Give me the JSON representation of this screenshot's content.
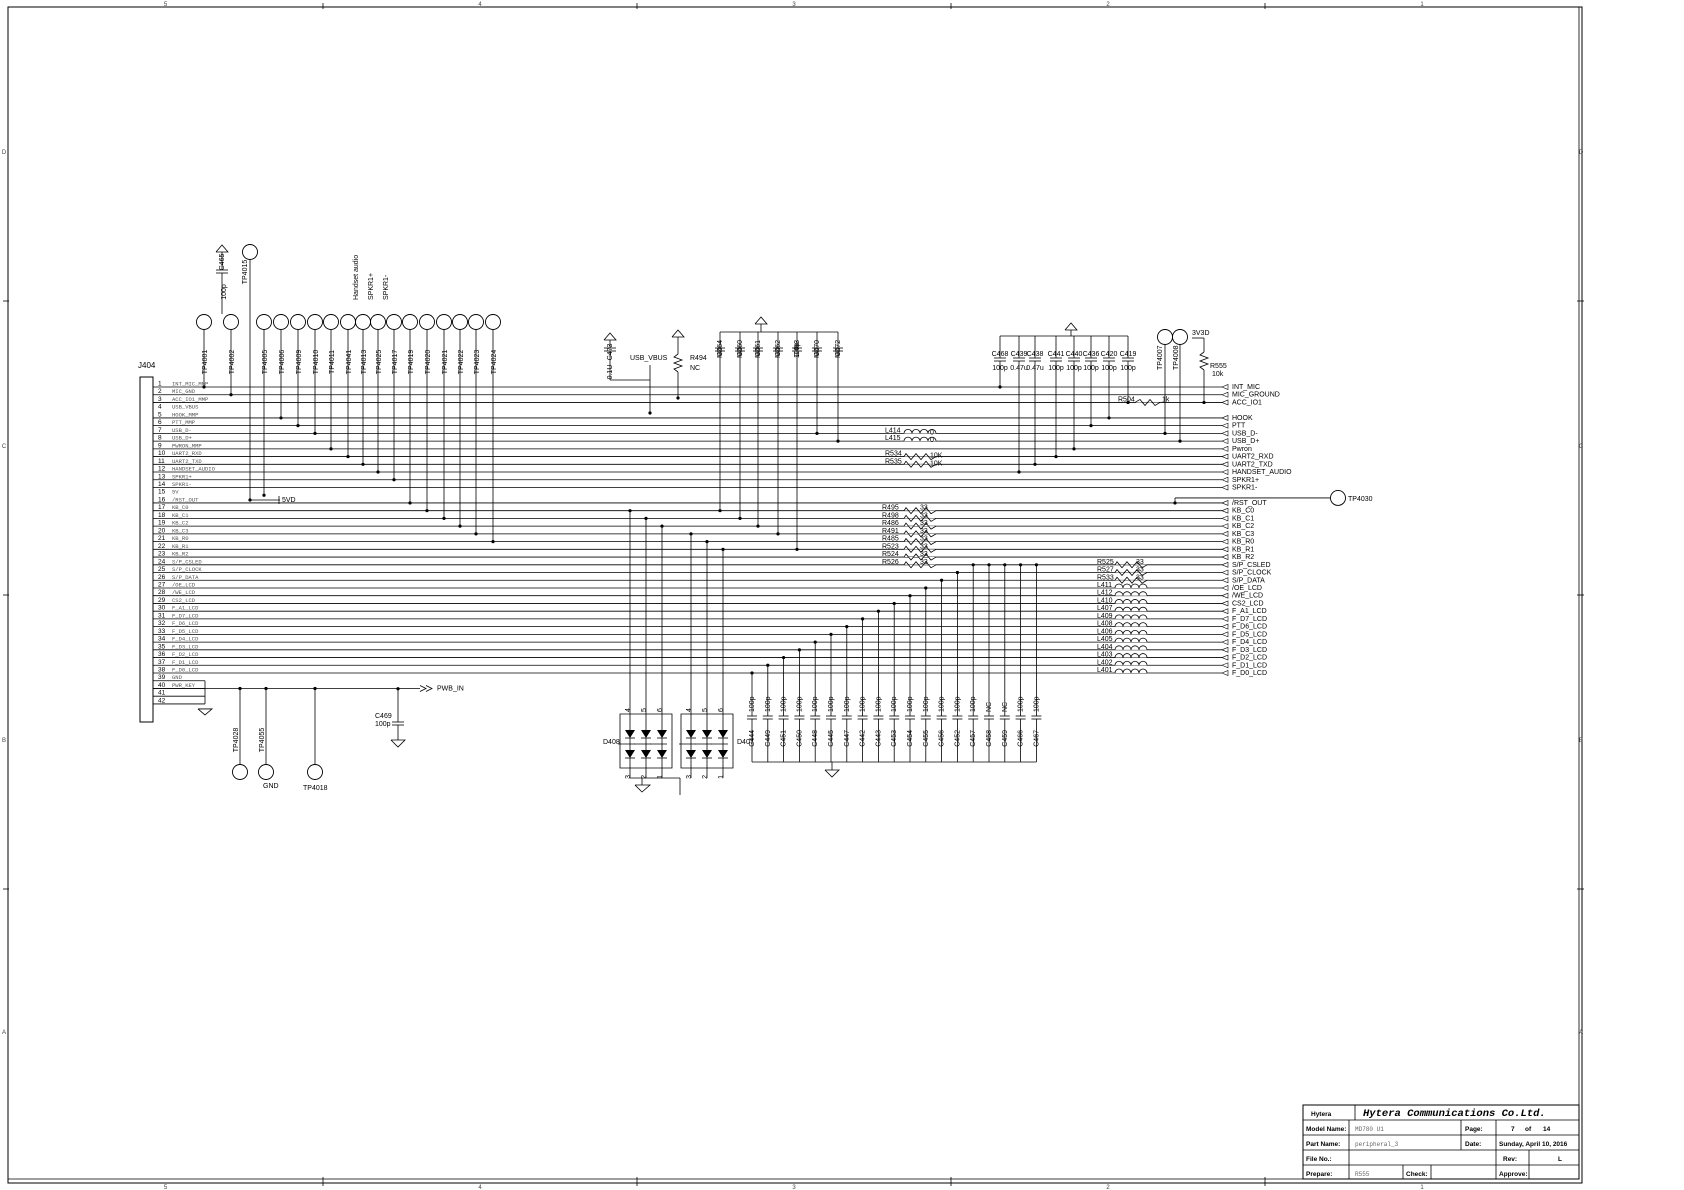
{
  "connector": {
    "ref": "J404",
    "pins": [
      {
        "n": "1",
        "name": "INT_MIC_MMP"
      },
      {
        "n": "2",
        "name": "MIC_GND"
      },
      {
        "n": "3",
        "name": "ACC_IO1_MMP"
      },
      {
        "n": "4",
        "name": "USB_VBUS"
      },
      {
        "n": "5",
        "name": "HOOK_MMP"
      },
      {
        "n": "6",
        "name": "PTT_MMP"
      },
      {
        "n": "7",
        "name": "USB_D-"
      },
      {
        "n": "8",
        "name": "USB_D+"
      },
      {
        "n": "9",
        "name": "PWRON_MMP"
      },
      {
        "n": "10",
        "name": "UART2_RXD"
      },
      {
        "n": "11",
        "name": "UART2_TXD"
      },
      {
        "n": "12",
        "name": "HANDSET_AUDIO"
      },
      {
        "n": "13",
        "name": "SPKR1+"
      },
      {
        "n": "14",
        "name": "SPKR1-"
      },
      {
        "n": "15",
        "name": "5V"
      },
      {
        "n": "16",
        "name": "/RST_OUT"
      },
      {
        "n": "17",
        "name": "KB_C0"
      },
      {
        "n": "18",
        "name": "KB_C1"
      },
      {
        "n": "19",
        "name": "KB_C2"
      },
      {
        "n": "20",
        "name": "KB_C3"
      },
      {
        "n": "21",
        "name": "KB_R0"
      },
      {
        "n": "22",
        "name": "KB_R1"
      },
      {
        "n": "23",
        "name": "KB_R2"
      },
      {
        "n": "24",
        "name": "S/P_CSLED"
      },
      {
        "n": "25",
        "name": "S/P_CLOCK"
      },
      {
        "n": "26",
        "name": "S/P_DATA"
      },
      {
        "n": "27",
        "name": "/OE_LCD"
      },
      {
        "n": "28",
        "name": "/WE_LCD"
      },
      {
        "n": "29",
        "name": "CS2_LCD"
      },
      {
        "n": "30",
        "name": "F_A1_LCD"
      },
      {
        "n": "31",
        "name": "F_D7_LCD"
      },
      {
        "n": "32",
        "name": "F_D6_LCD"
      },
      {
        "n": "33",
        "name": "F_D5_LCD"
      },
      {
        "n": "34",
        "name": "F_D4_LCD"
      },
      {
        "n": "35",
        "name": "F_D3_LCD"
      },
      {
        "n": "36",
        "name": "F_D2_LCD"
      },
      {
        "n": "37",
        "name": "F_D1_LCD"
      },
      {
        "n": "38",
        "name": "F_D0_LCD"
      },
      {
        "n": "39",
        "name": "GND"
      },
      {
        "n": "40",
        "name": "PWR_KEY"
      },
      {
        "n": "41",
        "name": ""
      },
      {
        "n": "42",
        "name": ""
      }
    ]
  },
  "nets_right": [
    "INT_MIC",
    "MIC_GROUND",
    "ACC_IO1",
    "",
    "HOOK",
    "PTT",
    "USB_D-",
    "USB_D+",
    "Pwron",
    "UART2_RXD",
    "UART2_TXD",
    "HANDSET_AUDIO",
    "SPKR1+",
    "SPKR1-",
    "",
    "/RST_OUT",
    "KB_C0",
    "KB_C1",
    "KB_C2",
    "KB_C3",
    "KB_R0",
    "KB_R1",
    "KB_R2",
    "S/P_CSLED",
    "S/P_CLOCK",
    "S/P_DATA",
    "/OE_LCD",
    "/WE_LCD",
    "CS2_LCD",
    "F_A1_LCD",
    "F_D7_LCD",
    "F_D6_LCD",
    "F_D5_LCD",
    "F_D4_LCD",
    "F_D3_LCD",
    "F_D2_LCD",
    "F_D1_LCD",
    "F_D0_LCD"
  ],
  "test_points_top": [
    "TP4001",
    "TP4002",
    "TP4005",
    "TP4006",
    "TP4009",
    "TP4010",
    "TP4011",
    "TP4041",
    "TP4013",
    "TP4025",
    "TP4017",
    "TP4019",
    "TP4020",
    "TP4021",
    "TP4022",
    "TP4023",
    "TP4024"
  ],
  "top_labels": {
    "handset": "Handset audio",
    "spkr_p": "SPKR1+",
    "spkr_n": "SPKR1-",
    "c465": "C465",
    "c465v": "100p",
    "tp4015": "TP4015"
  },
  "mid_caps": {
    "c473": "C473",
    "c473v": "0.1U",
    "usb_vbus": "USB_VBUS",
    "r494": "R494",
    "r494v": "NC",
    "caps": [
      {
        "r": "C464",
        "v": "NC"
      },
      {
        "r": "C460",
        "v": "NC"
      },
      {
        "r": "C461",
        "v": "NC"
      },
      {
        "r": "C462",
        "v": "NC"
      },
      {
        "r": "C463",
        "v": "100p"
      },
      {
        "r": "C470",
        "v": "NC"
      },
      {
        "r": "C472",
        "v": "NC"
      }
    ]
  },
  "right_caps": [
    {
      "r": "C468",
      "v": "100p"
    },
    {
      "r": "C439",
      "v": "0.47u"
    },
    {
      "r": "C438",
      "v": "0.47u"
    },
    {
      "r": "C441",
      "v": "100p"
    },
    {
      "r": "C440",
      "v": "100p"
    },
    {
      "r": "C436",
      "v": "100p"
    },
    {
      "r": "C420",
      "v": "100p"
    },
    {
      "r": "C419",
      "v": "100p"
    }
  ],
  "right_tps": {
    "tp4007": "TP4007",
    "tp4008": "TP4008",
    "v3": "3V3D",
    "r555": "R555",
    "r555v": "10k",
    "r504": "R504",
    "r504v": "1k",
    "tp4030": "TP4030"
  },
  "series_mid": [
    {
      "r": "L414",
      "v": "0"
    },
    {
      "r": "L415",
      "v": "0"
    },
    {
      "r": "R534",
      "v": "10K"
    },
    {
      "r": "R535",
      "v": "10K"
    }
  ],
  "series_kb": [
    {
      "r": "R495",
      "v": "33"
    },
    {
      "r": "R498",
      "v": "33"
    },
    {
      "r": "R486",
      "v": "33"
    },
    {
      "r": "R491",
      "v": "33"
    },
    {
      "r": "R485",
      "v": "33"
    },
    {
      "r": "R523",
      "v": "33"
    },
    {
      "r": "R524",
      "v": "33"
    },
    {
      "r": "R526",
      "v": "33"
    }
  ],
  "series_lcd": [
    {
      "r": "R525",
      "v": "33"
    },
    {
      "r": "R527",
      "v": "33"
    },
    {
      "r": "R533",
      "v": "33"
    },
    {
      "r": "L411",
      "v": ""
    },
    {
      "r": "L412",
      "v": ""
    },
    {
      "r": "L410",
      "v": ""
    },
    {
      "r": "L407",
      "v": ""
    },
    {
      "r": "L409",
      "v": ""
    },
    {
      "r": "L408",
      "v": ""
    },
    {
      "r": "L406",
      "v": ""
    },
    {
      "r": "L405",
      "v": ""
    },
    {
      "r": "L404",
      "v": ""
    },
    {
      "r": "L403",
      "v": ""
    },
    {
      "r": "L402",
      "v": ""
    },
    {
      "r": "L401",
      "v": ""
    }
  ],
  "bottom_caps": [
    {
      "r": "C444",
      "v": "100p"
    },
    {
      "r": "C449",
      "v": "100p"
    },
    {
      "r": "C451",
      "v": "100p"
    },
    {
      "r": "C450",
      "v": "100p"
    },
    {
      "r": "C448",
      "v": "100p"
    },
    {
      "r": "C445",
      "v": "100p"
    },
    {
      "r": "C447",
      "v": "100p"
    },
    {
      "r": "C442",
      "v": "100p"
    },
    {
      "r": "C443",
      "v": "100p"
    },
    {
      "r": "C453",
      "v": "100p"
    },
    {
      "r": "C454",
      "v": "100p"
    },
    {
      "r": "C455",
      "v": "100p"
    },
    {
      "r": "C456",
      "v": "100p"
    },
    {
      "r": "C452",
      "v": "100p"
    },
    {
      "r": "C457",
      "v": "100p"
    },
    {
      "r": "C458",
      "v": "NC"
    },
    {
      "r": "C459",
      "v": "NC"
    },
    {
      "r": "C466",
      "v": "100p"
    },
    {
      "r": "C467",
      "v": "100p"
    }
  ],
  "diodes": {
    "d408": "D408",
    "d407": "D407",
    "pins_top": [
      "4",
      "5",
      "6"
    ],
    "pins_bot": [
      "3",
      "2",
      "1"
    ]
  },
  "bottom_left": {
    "tp4028": "TP4028",
    "tp4055": "TP4055",
    "gnd": "GND",
    "tp4018": "TP4018",
    "c469": "C469",
    "c469v": "100p",
    "pwb_in": "PWB_IN",
    "v5": "5VD"
  },
  "frame": {
    "cols": [
      "5",
      "4",
      "3",
      "2",
      "1"
    ],
    "rows": [
      "D",
      "C",
      "B",
      "A"
    ]
  },
  "title_block": {
    "logo": "Hytera",
    "company": "Hytera Communications Co.Ltd.",
    "model_label": "Model Name:",
    "model": "MD780 U1",
    "page_label": "Page:",
    "page": "7",
    "of": "of",
    "total": "14",
    "part_label": "Part Name:",
    "part": "peripheral_3",
    "date_label": "Date:",
    "date": "Sunday, April 10, 2016",
    "file_label": "File No.:",
    "rev_label": "Rev:",
    "rev": "L",
    "prepare_label": "Prepare:",
    "prepare": "R555",
    "check_label": "Check:",
    "approve_label": "Approve:"
  }
}
